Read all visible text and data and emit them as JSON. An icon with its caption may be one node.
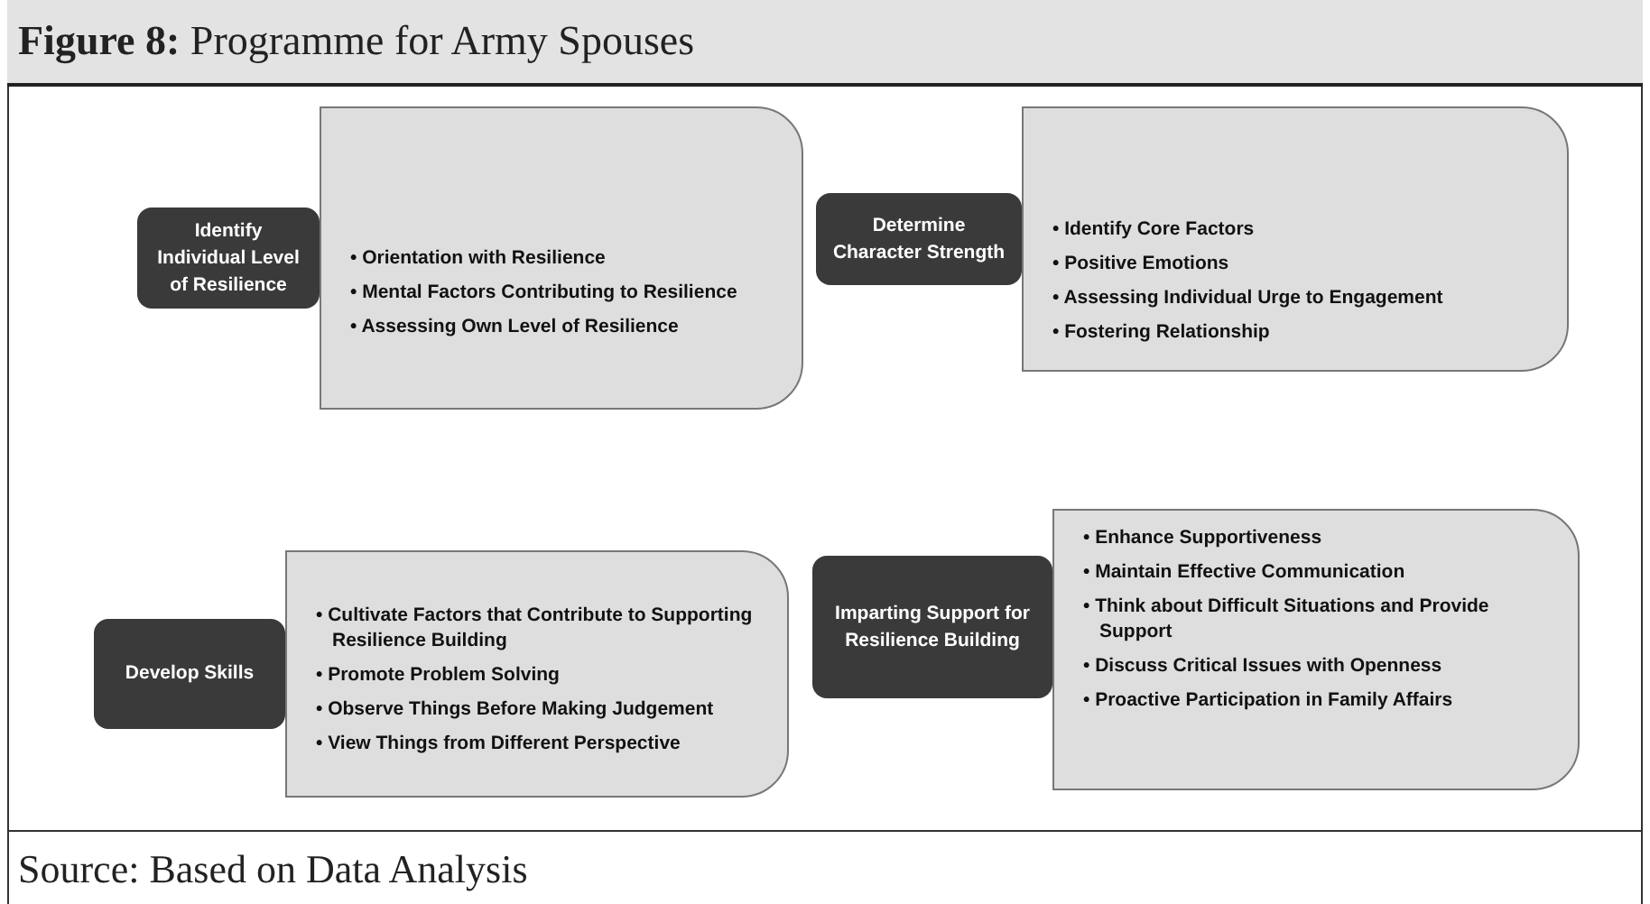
{
  "diagram": {
    "title": "**Figure 8:** Programme for Army Spouses",
    "caption": "Source: Based on Data Analysis",
    "nodes": [
      {
        "text": [
          "Identify Individual Level of Resilience"
        ]
      },
      {
        "text": [
          "• Orientation with Resilience",
          "• Mental Factors Contributing to Resilience",
          "• Assessing Own Level of Resilience"
        ]
      },
      {
        "text": [
          "Determine Character Strength"
        ]
      },
      {
        "text": [
          "• Identify Core Factors",
          "• Positive Emotions",
          "• Assessing Individual Urge to Engagement",
          "• Fostering Relationship"
        ]
      },
      {
        "text": [
          "Develop Skills"
        ]
      },
      {
        "text": [
          "• Cultivate Factors that Contribute to Supporting Resilience Building",
          "• Promote Problem Solving",
          "• Observe Things Before Making Judgement",
          "• View Things from Different Perspective"
        ]
      },
      {
        "text": [
          "Imparting Support for Resilience Building"
        ]
      },
      {
        "text": [
          "• Enhance Supportiveness",
          "• Maintain Effective Communication",
          "• Think about Difficult Situations and Provide Support",
          "• Discuss Critical Issues with Openness",
          "• Proactive Participation in Family Affairs"
        ]
      }
    ]
  }
}
